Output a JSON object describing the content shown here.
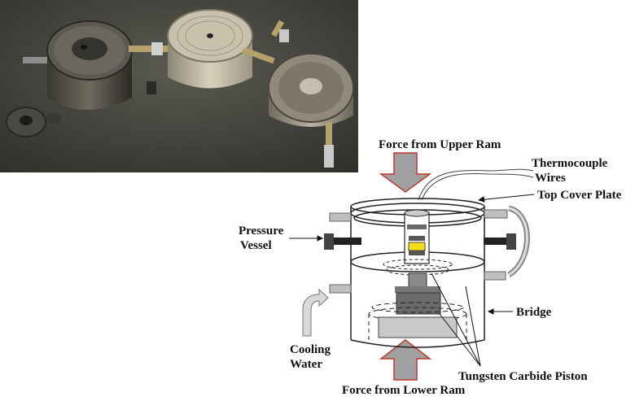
{
  "photo": {
    "description_icon": "pressure-vessel-photo"
  },
  "labels": {
    "force_upper": "Force from Upper Ram",
    "thermocouple_1": "Thermocouple",
    "thermocouple_2": "Wires",
    "top_cover_plate": "Top Cover Plate",
    "pressure_1": "Pressure",
    "pressure_2": "Vessel",
    "bridge": "Bridge",
    "cooling_1": "Cooling",
    "cooling_2": "Water",
    "tungsten": "Tungsten Carbide Piston",
    "force_lower": "Force from Lower Ram"
  },
  "colors": {
    "ram_arrow_fill": "#a0a0a0",
    "ram_arrow_stroke": "#c0392b",
    "sample_yellow": "#f2e01a",
    "fitting_gray": "#444444"
  }
}
